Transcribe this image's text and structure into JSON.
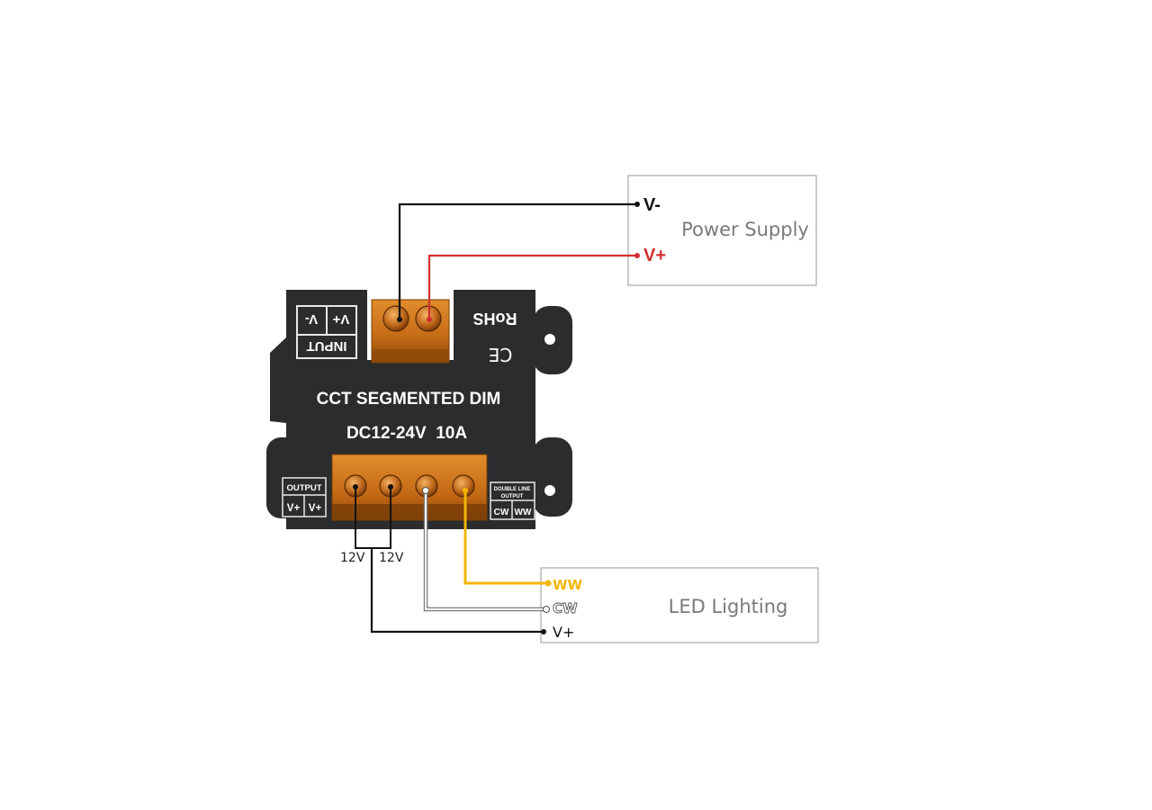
{
  "power_supply": {
    "title": "Power Supply",
    "terminal_negative": "V-",
    "terminal_positive": "V+"
  },
  "led_lighting": {
    "title": "LED Lighting",
    "terminal_ww": "WW",
    "terminal_cw": "CW",
    "terminal_vplus": "V+"
  },
  "controller": {
    "model": "CCT SEGMENTED DIM",
    "rating": "DC12-24V  10A",
    "rohs": "RoHS",
    "ce": "CE",
    "input_plus": "V+",
    "input_minus": "V-",
    "input_label": "INPUT",
    "output_label": "OUTPUT",
    "output_v1": "V+",
    "output_v2": "V+",
    "double_line_label_1": "DOUBLE LINE",
    "double_line_label_2": "OUTPUT",
    "cw_label": "CW",
    "ww_label": "WW"
  },
  "output_voltage_left": "12V",
  "output_voltage_right": "12V",
  "colors": {
    "wire_negative": "#111111",
    "wire_positive": "#d32f2f",
    "wire_ww": "#f2b600",
    "wire_cw": "#8a8a8a",
    "device_body": "#2b2c2e",
    "terminal_amber": "#c8731a",
    "box_border": "#a8a8a8",
    "box_text": "#7a7a7a"
  }
}
